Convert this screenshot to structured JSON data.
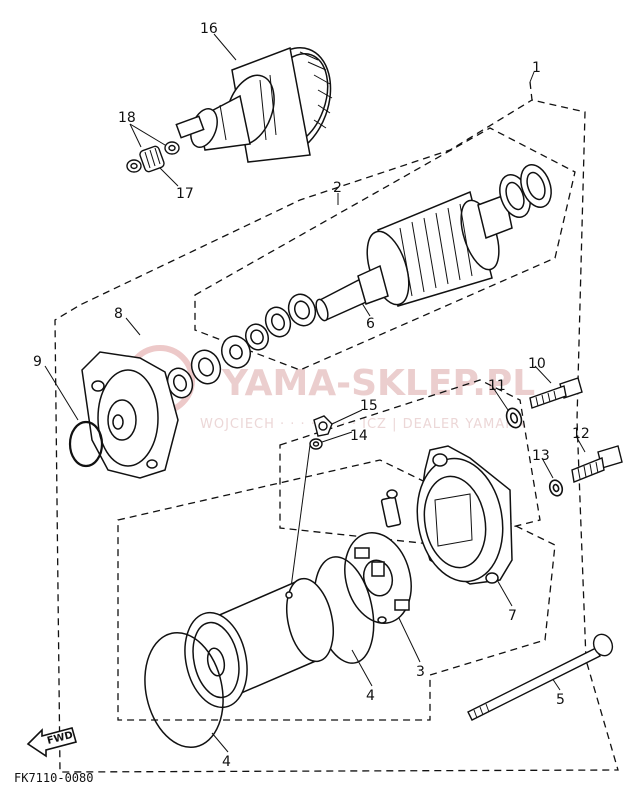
{
  "diagram": {
    "callouts": [
      "16",
      "1",
      "18",
      "17",
      "2",
      "6",
      "8",
      "9",
      "10",
      "11",
      "15",
      "14",
      "12",
      "13",
      "7",
      "3",
      "4",
      "5",
      "4"
    ],
    "figure_code": "FK7110-0080",
    "fwd_label": "FWD",
    "watermark": {
      "main": "YAMA-SKLEP.PL",
      "sub": "WOJCIECH · · · · · · · · ICZ | DEALER YAMAHA"
    }
  }
}
